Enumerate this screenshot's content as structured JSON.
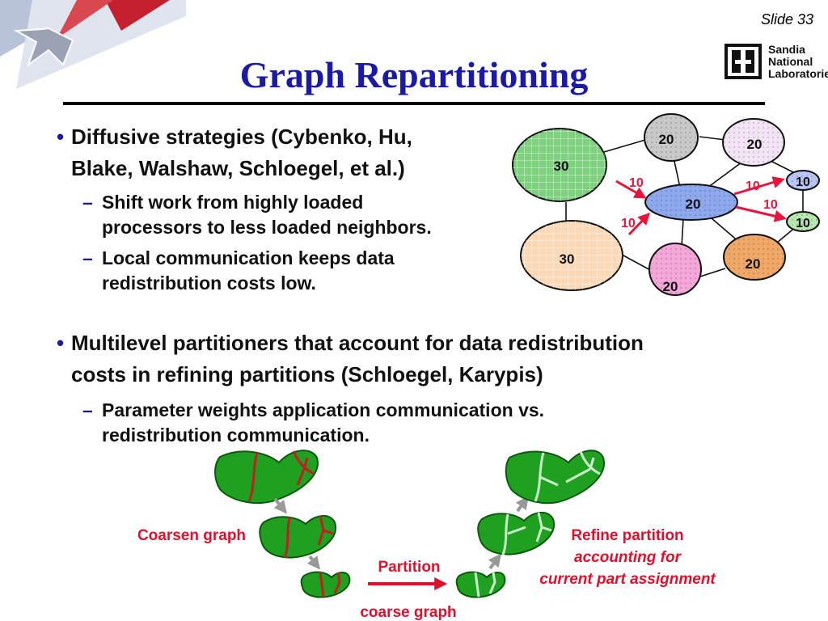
{
  "slide": {
    "number": "Slide 33",
    "title": "Graph Repartitioning"
  },
  "logo": {
    "lines": [
      "Sandia",
      "National",
      "Laboratories"
    ]
  },
  "bullets": [
    {
      "lines": [
        "Diffusive strategies (Cybenko, Hu,",
        "Blake, Walshaw, Schloegel, et al.)"
      ],
      "subs": [
        [
          "Shift work from highly loaded",
          "processors to less loaded neighbors."
        ],
        [
          "Local communication keeps data",
          "redistribution costs low."
        ]
      ]
    },
    {
      "lines": [
        "Multilevel partitioners that account for data redistribution",
        "costs in refining partitions (Schloegel, Karypis)"
      ],
      "subs": [
        [
          "Parameter weights application communication vs.",
          "redistribution communication."
        ]
      ]
    }
  ],
  "graph": {
    "nodes": [
      {
        "id": "A",
        "label": "30",
        "color": "#7ed17e"
      },
      {
        "id": "B",
        "label": "20",
        "color": "#c8c8c8"
      },
      {
        "id": "C",
        "label": "20",
        "color": "#f2e4f4"
      },
      {
        "id": "D",
        "label": "10",
        "color": "#b8c6f4"
      },
      {
        "id": "E",
        "label": "20",
        "color": "#8ea8ee"
      },
      {
        "id": "F",
        "label": "10",
        "color": "#b6e8b0"
      },
      {
        "id": "G",
        "label": "30",
        "color": "#fbd9b6"
      },
      {
        "id": "H",
        "label": "20",
        "color": "#f4a6d8"
      },
      {
        "id": "I",
        "label": "20",
        "color": "#f0a868"
      }
    ],
    "flows": [
      "10",
      "10",
      "10",
      "10"
    ],
    "flow_color": "#e8143c"
  },
  "multilevel": {
    "coarsen_label": "Coarsen graph",
    "partition_label": "Partition",
    "coarse_graph_label": "coarse graph",
    "refine_line1": "Refine partition",
    "refine_line2": "accounting for",
    "refine_line3": "current part assignment",
    "label_color": "#e0102c"
  }
}
